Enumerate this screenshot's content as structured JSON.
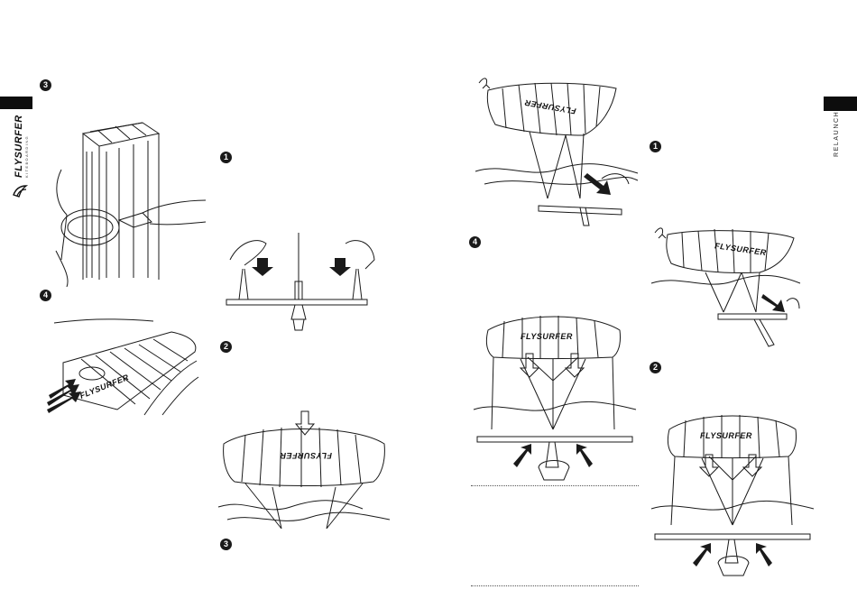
{
  "section_label": "RELAUNCH",
  "brand": {
    "name": "FLYSURFER",
    "tagline": "KITEBOARDING"
  },
  "kite_print": "FLYSURFER",
  "badges": {
    "left_top": "3",
    "left_mid": "4",
    "center_1": "1",
    "center_2": "2",
    "center_3": "3",
    "right_4": "4",
    "far_1": "1",
    "far_2": "2"
  },
  "colors": {
    "ink": "#1a1a1a",
    "tab": "#0d0d0d",
    "paper": "#ffffff"
  }
}
